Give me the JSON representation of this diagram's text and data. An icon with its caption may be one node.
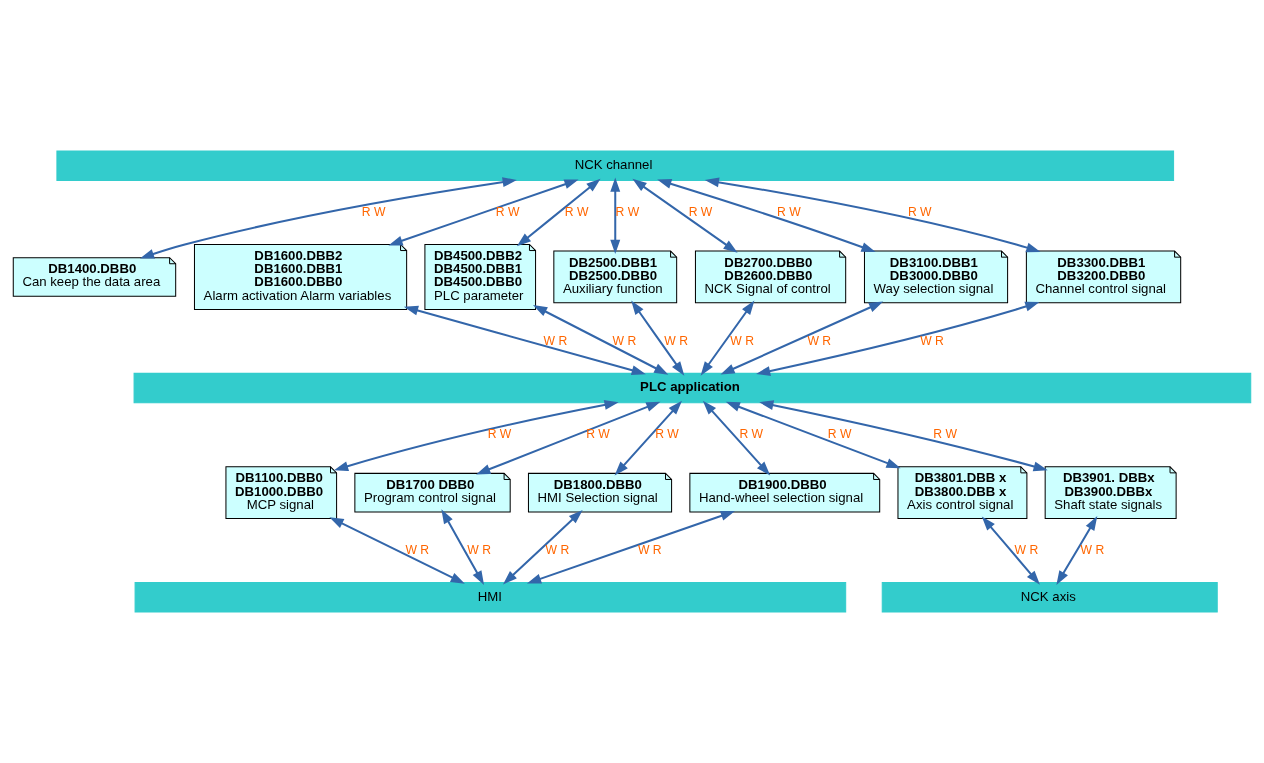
{
  "diagram": {
    "nodes": [
      {
        "text": [
          "NCK channel"
        ]
      },
      {
        "text": [
          "DB1400.DBB0",
          "Can keep the data area"
        ]
      },
      {
        "text": [
          "DB1600.DBB2",
          "DB1600.DBB1",
          "DB1600.DBB0",
          "Alarm activation Alarm variables"
        ]
      },
      {
        "text": [
          "DB4500.DBB2",
          "DB4500.DBB1",
          "DB4500.DBB0",
          "PLC parameter"
        ]
      },
      {
        "text": [
          "DB2500.DBB1",
          "DB2500.DBB0",
          "Auxiliary function"
        ]
      },
      {
        "text": [
          "DB2700.DBB0",
          "DB2600.DBB0",
          "NCK Signal of control"
        ]
      },
      {
        "text": [
          "DB3100.DBB1",
          "DB3000.DBB0",
          "Way selection signal"
        ]
      },
      {
        "text": [
          "DB3300.DBB1",
          "DB3200.DBB0",
          "Channel control signal"
        ]
      },
      {
        "text": [
          "PLC application"
        ]
      },
      {
        "text": [
          "DB1100.DBB0",
          "DB1000.DBB0",
          "MCP signal"
        ]
      },
      {
        "text": [
          "DB1700 DBB0",
          "Program control signal"
        ]
      },
      {
        "text": [
          "DB1800.DBB0",
          "HMI Selection signal"
        ]
      },
      {
        "text": [
          "DB1900.DBB0",
          "Hand-wheel selection signal"
        ]
      },
      {
        "text": [
          "DB3801.DBB x",
          "DB3800.DBB x",
          "Axis control signal"
        ]
      },
      {
        "text": [
          "DB3901. DBBx",
          "DB3900.DBBx",
          "Shaft state signals"
        ]
      },
      {
        "text": [
          "HMI"
        ]
      },
      {
        "text": [
          "NCK axis"
        ]
      }
    ],
    "edges": [
      {
        "from": 0,
        "to": 1,
        "arrow": "both",
        "label": "R W"
      },
      {
        "from": 0,
        "to": 2,
        "arrow": "both",
        "label": "R W"
      },
      {
        "from": 0,
        "to": 3,
        "arrow": "both",
        "label": "R W"
      },
      {
        "from": 0,
        "to": 4,
        "arrow": "both",
        "label": "R W"
      },
      {
        "from": 0,
        "to": 5,
        "arrow": "both",
        "label": "R W"
      },
      {
        "from": 0,
        "to": 6,
        "arrow": "both",
        "label": "R W"
      },
      {
        "from": 0,
        "to": 7,
        "arrow": "both",
        "label": "R W"
      },
      {
        "from": 2,
        "to": 8,
        "arrow": "both",
        "label": "W R"
      },
      {
        "from": 3,
        "to": 8,
        "arrow": "both",
        "label": "W R"
      },
      {
        "from": 4,
        "to": 8,
        "arrow": "both",
        "label": "W R"
      },
      {
        "from": 5,
        "to": 8,
        "arrow": "both",
        "label": "W R"
      },
      {
        "from": 6,
        "to": 8,
        "arrow": "both",
        "label": "W R"
      },
      {
        "from": 7,
        "to": 8,
        "arrow": "both",
        "label": "W R"
      },
      {
        "from": 8,
        "to": 9,
        "arrow": "both",
        "label": "R W"
      },
      {
        "from": 8,
        "to": 10,
        "arrow": "both",
        "label": "R W"
      },
      {
        "from": 8,
        "to": 11,
        "arrow": "both",
        "label": "R W"
      },
      {
        "from": 8,
        "to": 12,
        "arrow": "both",
        "label": "R W"
      },
      {
        "from": 8,
        "to": 13,
        "arrow": "both",
        "label": "R W"
      },
      {
        "from": 8,
        "to": 14,
        "arrow": "both",
        "label": "R W"
      },
      {
        "from": 9,
        "to": 15,
        "arrow": "both",
        "label": "W R"
      },
      {
        "from": 10,
        "to": 15,
        "arrow": "both",
        "label": "W R"
      },
      {
        "from": 11,
        "to": 15,
        "arrow": "both",
        "label": "W R"
      },
      {
        "from": 12,
        "to": 15,
        "arrow": "both",
        "label": "W R"
      },
      {
        "from": 13,
        "to": 16,
        "arrow": "both",
        "label": "W R"
      },
      {
        "from": 14,
        "to": 16,
        "arrow": "both",
        "label": "W R"
      }
    ]
  }
}
